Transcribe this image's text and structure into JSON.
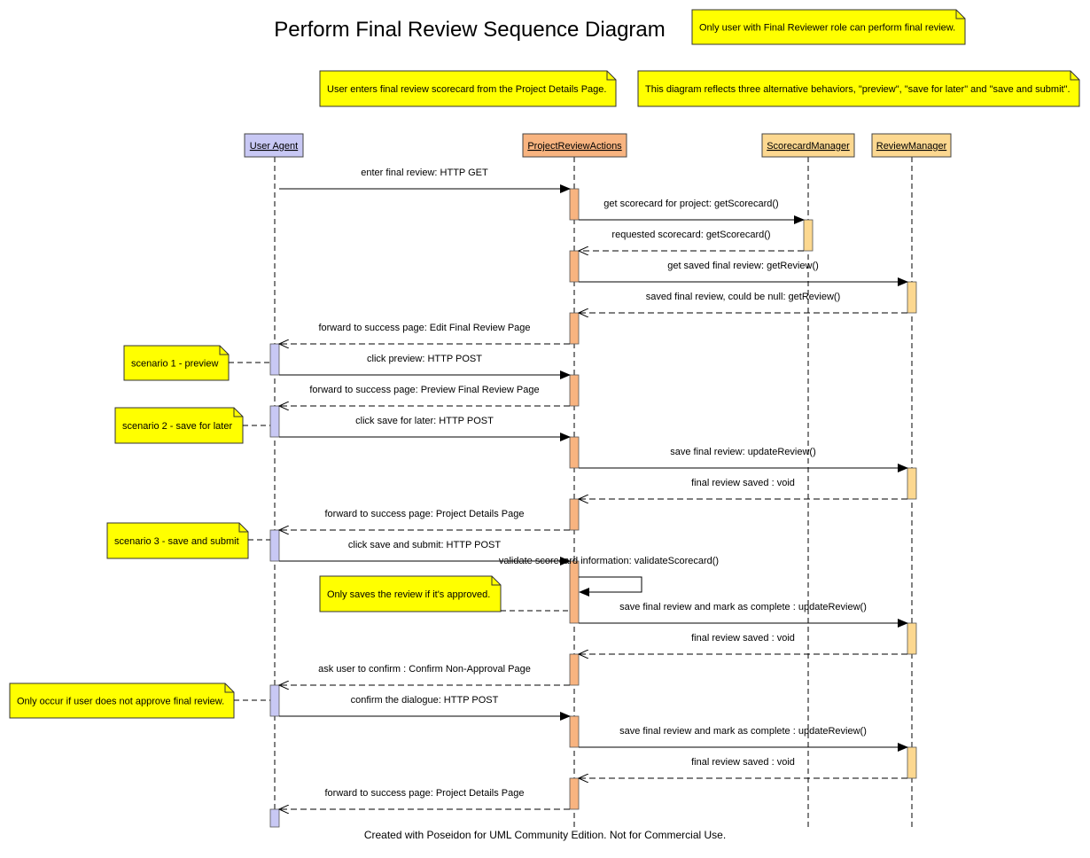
{
  "title": "Perform Final Review Sequence Diagram",
  "footer": "Created with Poseidon for UML Community Edition. Not for Commercial Use.",
  "lifelines": [
    {
      "id": "ua",
      "label": "User Agent",
      "color": "#c8c8f4"
    },
    {
      "id": "pra",
      "label": "ProjectReviewActions",
      "color": "#f8b480"
    },
    {
      "id": "sm",
      "label": "ScorecardManager",
      "color": "#fcd890"
    },
    {
      "id": "rm",
      "label": "ReviewManager",
      "color": "#fcd890"
    }
  ],
  "notes": [
    {
      "id": "note-final-reviewer-role",
      "text": "Only user with Final Reviewer role can perform final review."
    },
    {
      "id": "note-entry",
      "text": "User enters final review scorecard from the Project Details Page."
    },
    {
      "id": "note-alternatives",
      "text": "This diagram reflects three alternative behaviors, \"preview\", \"save for later\" and \"save and submit\"."
    },
    {
      "id": "note-scenario-1",
      "text": "scenario 1 - preview"
    },
    {
      "id": "note-scenario-2",
      "text": "scenario 2 - save for later"
    },
    {
      "id": "note-scenario-3",
      "text": "scenario 3 - save and submit"
    },
    {
      "id": "note-approved-only",
      "text": "Only saves the review if it's approved."
    },
    {
      "id": "note-non-approval",
      "text": "Only occur if user does not approve final review."
    }
  ],
  "messages": [
    {
      "from": "ua",
      "to": "pra",
      "kind": "call",
      "label": "enter final review: HTTP GET"
    },
    {
      "from": "pra",
      "to": "sm",
      "kind": "call",
      "label": "get scorecard for project: getScorecard()"
    },
    {
      "from": "sm",
      "to": "pra",
      "kind": "return",
      "label": "requested scorecard: getScorecard()"
    },
    {
      "from": "pra",
      "to": "rm",
      "kind": "call",
      "label": "get saved final review: getReview()"
    },
    {
      "from": "rm",
      "to": "pra",
      "kind": "return",
      "label": "saved final review, could be null: getReview()"
    },
    {
      "from": "pra",
      "to": "ua",
      "kind": "return",
      "label": "forward to success page: Edit Final Review Page"
    },
    {
      "from": "ua",
      "to": "pra",
      "kind": "call",
      "label": "click preview: HTTP POST"
    },
    {
      "from": "pra",
      "to": "ua",
      "kind": "return",
      "label": "forward to success page: Preview Final Review Page"
    },
    {
      "from": "ua",
      "to": "pra",
      "kind": "call",
      "label": "click save for later: HTTP POST"
    },
    {
      "from": "pra",
      "to": "rm",
      "kind": "call",
      "label": "save final review: updateReview()"
    },
    {
      "from": "rm",
      "to": "pra",
      "kind": "return",
      "label": "final review saved : void"
    },
    {
      "from": "pra",
      "to": "ua",
      "kind": "return",
      "label": "forward to success page: Project Details Page"
    },
    {
      "from": "ua",
      "to": "pra",
      "kind": "call",
      "label": "click save and submit: HTTP POST"
    },
    {
      "from": "pra",
      "to": "pra",
      "kind": "self",
      "label": "validate scorecard information: validateScorecard()"
    },
    {
      "from": "pra",
      "to": "rm",
      "kind": "call",
      "label": "save final review and mark as complete : updateReview()"
    },
    {
      "from": "rm",
      "to": "pra",
      "kind": "return",
      "label": "final review saved : void"
    },
    {
      "from": "pra",
      "to": "ua",
      "kind": "return",
      "label": "ask user to confirm : Confirm Non-Approval Page"
    },
    {
      "from": "ua",
      "to": "pra",
      "kind": "call",
      "label": "confirm the dialogue: HTTP POST"
    },
    {
      "from": "pra",
      "to": "rm",
      "kind": "call",
      "label": "save final review and mark as complete : updateReview()"
    },
    {
      "from": "rm",
      "to": "pra",
      "kind": "return",
      "label": "final review saved : void"
    },
    {
      "from": "pra",
      "to": "ua",
      "kind": "return",
      "label": "forward to success page: Project Details Page"
    }
  ]
}
